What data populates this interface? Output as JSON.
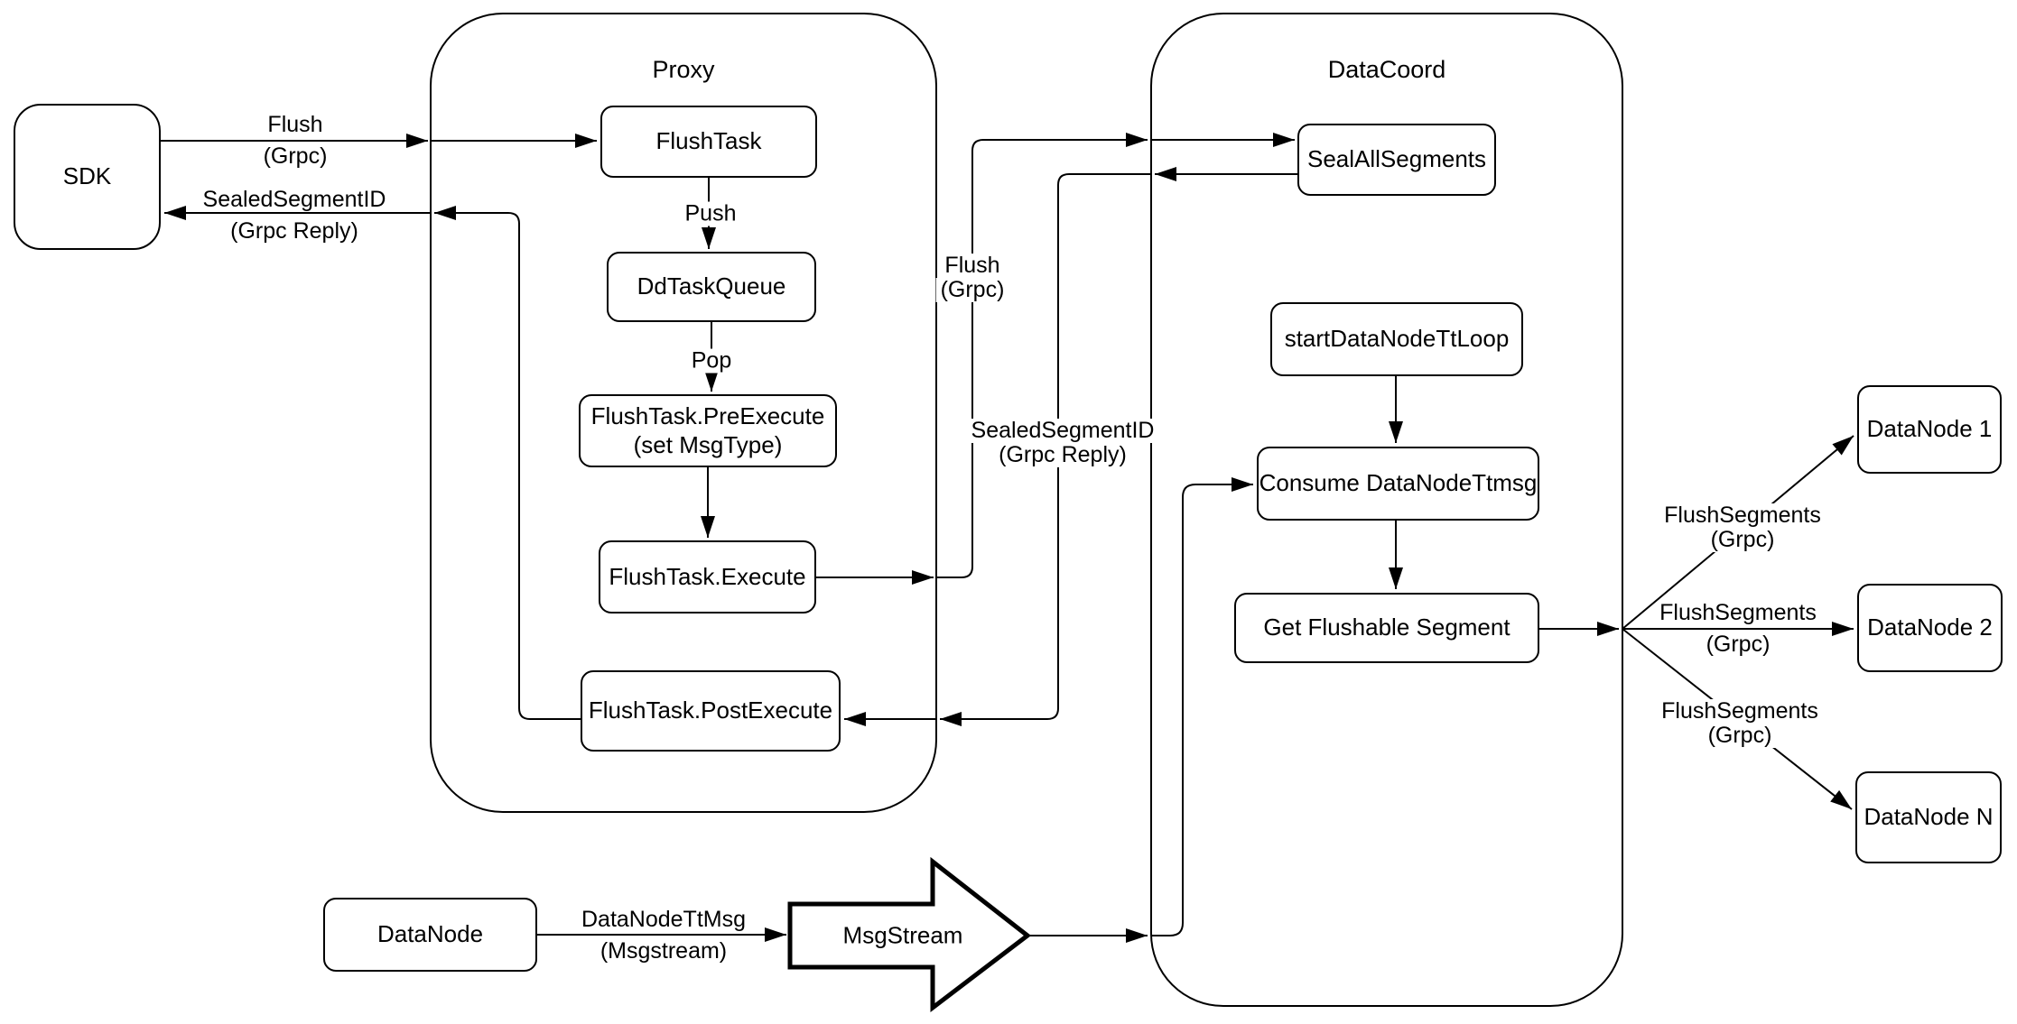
{
  "containers": {
    "proxy": {
      "label": "Proxy"
    },
    "datacoord": {
      "label": "DataCoord"
    }
  },
  "nodes": {
    "sdk": {
      "label": "SDK"
    },
    "flush_task": {
      "label": "FlushTask"
    },
    "dd_task_queue": {
      "label": "DdTaskQueue"
    },
    "pre_execute": {
      "line1": "FlushTask.PreExecute",
      "line2": "(set MsgType)"
    },
    "execute": {
      "label": "FlushTask.Execute"
    },
    "post_execute": {
      "label": "FlushTask.PostExecute"
    },
    "seal_all_segments": {
      "label": "SealAllSegments"
    },
    "start_datanode_tt_loop": {
      "label": "startDataNodeTtLoop"
    },
    "consume_datanode_ttmsg": {
      "label": "Consume DataNodeTtmsg"
    },
    "get_flushable_segment": {
      "label": "Get Flushable Segment"
    },
    "datanode_1": {
      "label": "DataNode 1"
    },
    "datanode_2": {
      "label": "DataNode 2"
    },
    "datanode_n": {
      "label": "DataNode N"
    },
    "datanode": {
      "label": "DataNode"
    },
    "msgstream": {
      "label": "MsgStream"
    }
  },
  "edge_labels": {
    "flush_to_proxy": {
      "line1": "Flush",
      "line2": "(Grpc)"
    },
    "sealed_to_sdk": {
      "line1": "SealedSegmentID",
      "line2": "(Grpc Reply)"
    },
    "push": {
      "line1": "Push"
    },
    "pop": {
      "line1": "Pop"
    },
    "flush_to_datacoord": {
      "line1": "Flush",
      "line2": "(Grpc)"
    },
    "sealed_to_proxy": {
      "line1": "SealedSegmentID",
      "line2": "(Grpc Reply)"
    },
    "flush_segments_1": {
      "line1": "FlushSegments",
      "line2": "(Grpc)"
    },
    "flush_segments_2": {
      "line1": "FlushSegments",
      "line2": "(Grpc)"
    },
    "flush_segments_n": {
      "line1": "FlushSegments",
      "line2": "(Grpc)"
    },
    "datanode_tt_msg": {
      "line1": "DataNodeTtMsg",
      "line2": "(Msgstream)"
    }
  },
  "colors": {
    "stroke": "#000000",
    "background": "#ffffff"
  }
}
